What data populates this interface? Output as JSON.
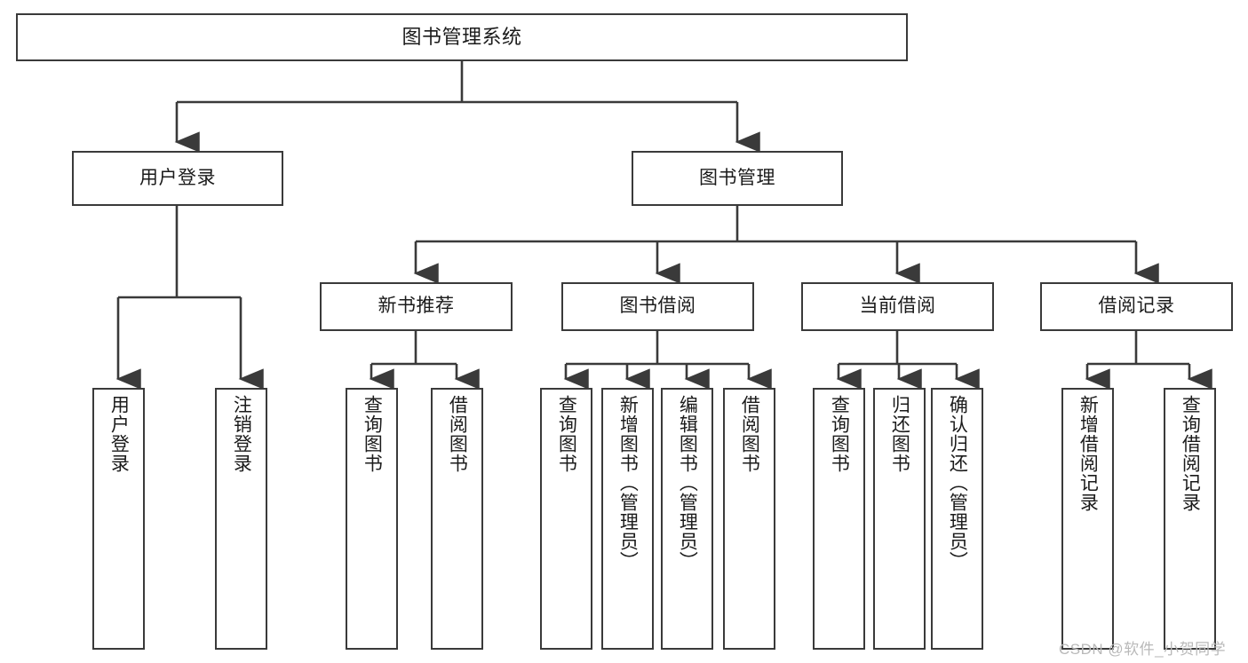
{
  "diagram": {
    "title": "图书管理系统",
    "type": "tree-hierarchy",
    "watermark": "CSDN @软件_小贺同学",
    "colors": {
      "stroke": "#3a3a3a",
      "fill": "#ffffff",
      "text": "#1b1b1b",
      "watermark": "#b9b9b9"
    },
    "nodes": {
      "root": {
        "label": "图书管理系统"
      },
      "level1": [
        {
          "label": "用户登录"
        },
        {
          "label": "图书管理"
        }
      ],
      "level2": [
        {
          "label": "新书推荐"
        },
        {
          "label": "图书借阅"
        },
        {
          "label": "当前借阅"
        },
        {
          "label": "借阅记录"
        }
      ],
      "leaves": {
        "user_login": [
          {
            "label": "用户登录"
          },
          {
            "label": "注销登录"
          }
        ],
        "new_book": [
          {
            "label": "查询图书"
          },
          {
            "label": "借阅图书"
          }
        ],
        "book_borrow": [
          {
            "label": "查询图书"
          },
          {
            "label": "新增图书（管理员）"
          },
          {
            "label": "编辑图书（管理员）"
          },
          {
            "label": "借阅图书"
          }
        ],
        "current_borrow": [
          {
            "label": "查询图书"
          },
          {
            "label": "归还图书"
          },
          {
            "label": "确认归还（管理员）"
          }
        ],
        "borrow_record": [
          {
            "label": "新增借阅记录"
          },
          {
            "label": "查询借阅记录"
          }
        ]
      }
    }
  }
}
